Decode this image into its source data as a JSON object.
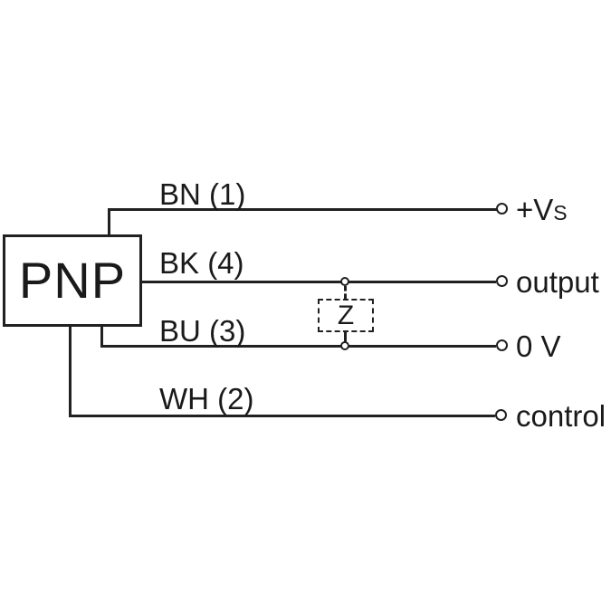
{
  "colors": {
    "line": "#212121",
    "text": "#1a1a1a",
    "background": "#ffffff"
  },
  "device": {
    "label": "PNP"
  },
  "wires": [
    {
      "label": "BN (1)"
    },
    {
      "label": "BK (4)"
    },
    {
      "label": "BU (3)"
    },
    {
      "label": "WH (2)"
    }
  ],
  "terminals": [
    {
      "main": "+V",
      "sub": "S"
    },
    {
      "main": "output",
      "sub": ""
    },
    {
      "main": "0 V",
      "sub": ""
    },
    {
      "main": "control",
      "sub": ""
    }
  ],
  "impedance": {
    "label": "Z"
  }
}
